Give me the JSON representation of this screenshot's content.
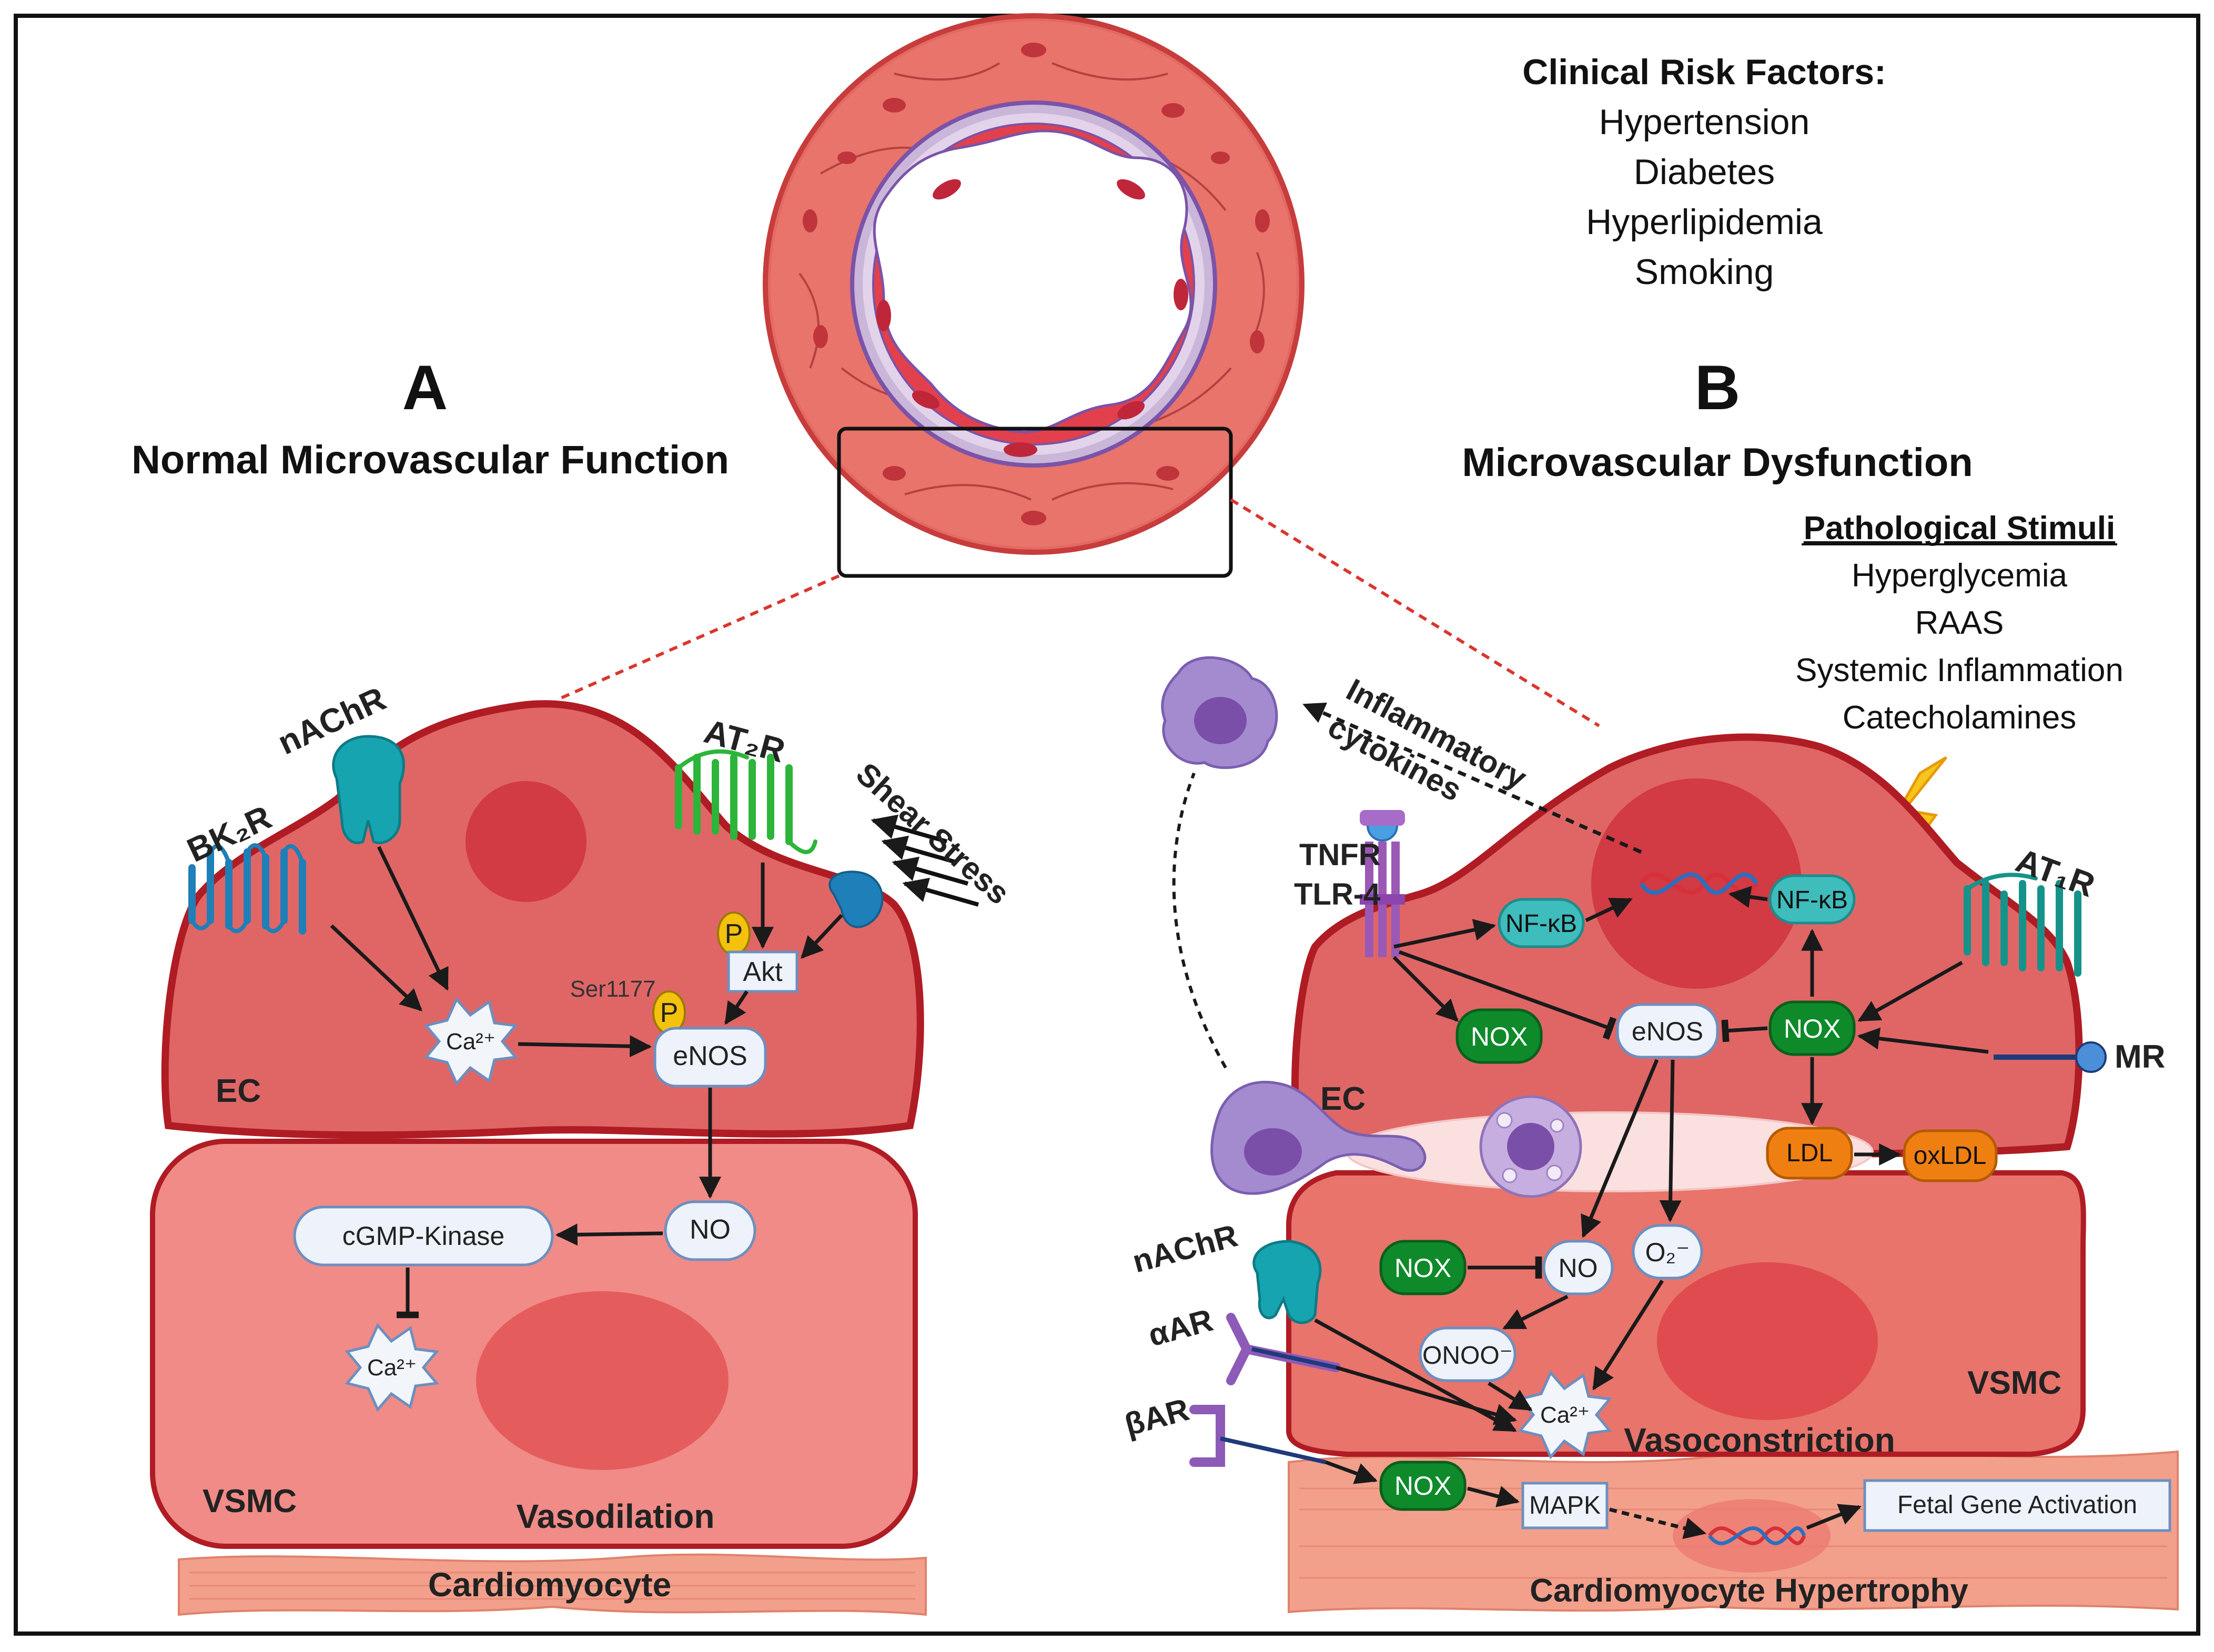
{
  "risk_factors": {
    "heading": "Clinical Risk Factors:",
    "items": [
      "Hypertension",
      "Diabetes",
      "Hyperlipidemia",
      "Smoking"
    ]
  },
  "panel_a": {
    "letter": "A",
    "title": "Normal Microvascular Function",
    "receptors": {
      "bk2r": "BK₂R",
      "nachr": "nAChR",
      "at2r": "AT₂R"
    },
    "shear_stress": "Shear Stress",
    "nodes": {
      "p_akt": "P",
      "akt": "Akt",
      "ser1177": "Ser1177",
      "p_enos": "P",
      "ca_ec": "Ca²⁺",
      "enos": "eNOS",
      "no": "NO",
      "cgmp_kinase": "cGMP-Kinase",
      "ca_vsmc": "Ca²⁺"
    },
    "cell_labels": {
      "ec": "EC",
      "vsmc": "VSMC",
      "vasodilation": "Vasodilation",
      "cardiomyocyte": "Cardiomyocyte"
    }
  },
  "panel_b": {
    "letter": "B",
    "title": "Microvascular Dysfunction",
    "pathological": {
      "heading": "Pathological Stimuli",
      "items": [
        "Hyperglycemia",
        "RAAS",
        "Systemic Inflammation",
        "Catecholamines"
      ]
    },
    "inflammatory": [
      "Inflammatory",
      "cytokines"
    ],
    "receptors": {
      "tnfr": "TNFR",
      "tlr4": "TLR-4",
      "at1r": "AT₁R",
      "mr": "MR",
      "nachr": "nAChR",
      "aar": "αAR",
      "bar": "βAR"
    },
    "nodes": {
      "nfkb_left": "NF-κB",
      "nfkb_right": "NF-κB",
      "nox_ec_left": "NOX",
      "enos": "eNOS",
      "nox_ec_right": "NOX",
      "ldl": "LDL",
      "oxldl": "oxLDL",
      "nox_vsmc": "NOX",
      "no": "NO",
      "o2": "O₂⁻",
      "onoo": "ONOO⁻",
      "ca": "Ca²⁺",
      "nox_cm": "NOX",
      "mapk": "MAPK",
      "fetal": "Fetal Gene Activation"
    },
    "cell_labels": {
      "ec": "EC",
      "vsmc": "VSMC",
      "vasoconstriction": "Vasoconstriction",
      "cm_hypertrophy": "Cardiomyocyte Hypertrophy"
    }
  },
  "colors": {
    "ec_fill": "#e06666",
    "ec_stroke": "#b01c24",
    "vsmc_fill": "#f08b87",
    "vsmc_stroke": "#b01c24",
    "nucleus": "#d23a44",
    "cardiomyocyte": "#f2a08c",
    "nox_green": "#0e8a2a",
    "nfkb_teal": "#3fbcbc",
    "ldl_orange": "#f07f12",
    "receptor_blue": "#1f7fb8",
    "at2r_green": "#2cb53a",
    "at1r_teal": "#15938a",
    "macrophage": "#a48bd0",
    "lightning": "#f7c51c"
  }
}
